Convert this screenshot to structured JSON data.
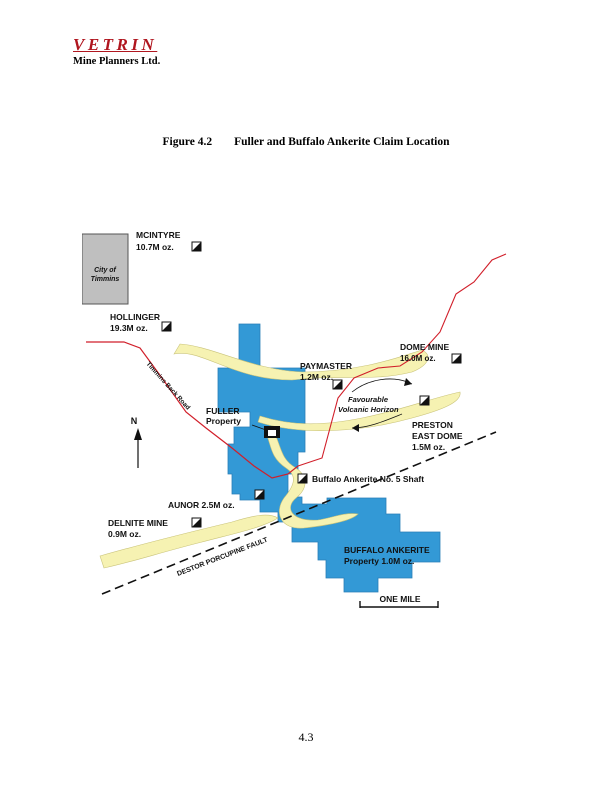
{
  "header": {
    "company_name": "VETRIN",
    "company_subtitle": "Mine Planners Ltd."
  },
  "figure": {
    "number": "Figure 4.2",
    "title": "Fuller and Buffalo Ankerite Claim Location"
  },
  "map": {
    "city_label_line1": "City of",
    "city_label_line2": "Timmins",
    "road_label": "Timmins Back Road",
    "fault_label": "DESTOR PORCUPINE FAULT",
    "horizon_label_line1": "Favourable",
    "horizon_label_line2": "Volcanic Horizon",
    "north_label": "N",
    "scale_label": "ONE MILE",
    "shaft_label": "Buffalo Ankerite No. 5 Shaft",
    "mines": {
      "mcintyre": {
        "name": "MCINTYRE",
        "production": "10.7M oz."
      },
      "hollinger": {
        "name": "HOLLINGER",
        "production": "19.3M oz."
      },
      "dome": {
        "name": "DOME MINE",
        "production": "16.0M oz."
      },
      "paymaster": {
        "name": "PAYMASTER",
        "production": "1.2M oz."
      },
      "preston_line1": "PRESTON",
      "preston_line2": "EAST DOME",
      "preston_production": "1.5M oz.",
      "aunor": "AUNOR 2.5M oz.",
      "delnite": {
        "name": "DELNITE MINE",
        "production": "0.9M oz."
      }
    },
    "fuller": {
      "name": "FULLER",
      "sub": "Property"
    },
    "buffalo": {
      "name": "BUFFALO ANKERITE",
      "sub": "Property 1.0M oz."
    },
    "colors": {
      "property_blue": "#3399d6",
      "horizon_yellow": "#f6f2b2",
      "road_red": "#d11f2a",
      "city_gray": "#bfbfbf"
    }
  },
  "footer": {
    "page_number": "4.3"
  }
}
